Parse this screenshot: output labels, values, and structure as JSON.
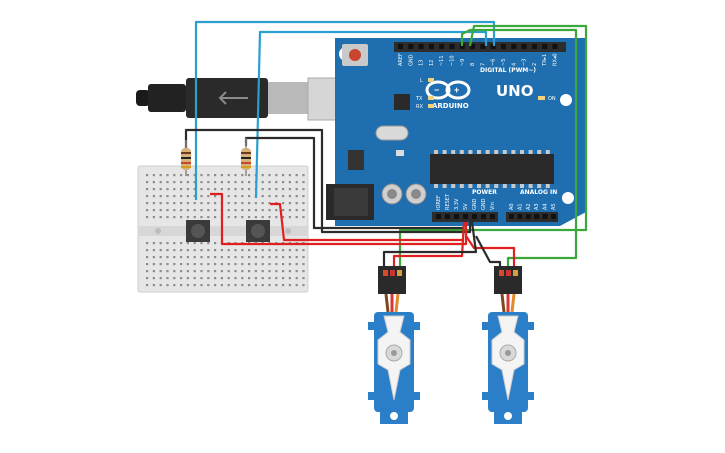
{
  "board": {
    "brand": "ARDUINO",
    "model": "UNO",
    "digital_header_label": "DIGITAL (PWM~)",
    "power_label": "POWER",
    "analog_label": "ANALOG IN",
    "led_l": "L",
    "led_tx": "TX",
    "led_rx": "RX",
    "led_on": "ON",
    "digital_pins": [
      "AREF",
      "GND",
      "13",
      "12",
      "~11",
      "~10",
      "~9",
      "8",
      "7",
      "~6",
      "~5",
      "4",
      "~3",
      "2",
      "TX▸1",
      "RX◂0"
    ],
    "power_pins": [
      "IOREF",
      "RESET",
      "3.3V",
      "5V",
      "GND",
      "GND",
      "Vin"
    ],
    "analog_pins": [
      "A0",
      "A1",
      "A2",
      "A3",
      "A4",
      "A5"
    ]
  },
  "components": {
    "resistors": 2,
    "pushbuttons": 2,
    "servos": 2
  },
  "colors": {
    "board": "#1f6fb0",
    "board_dark": "#17598f",
    "wire_blue": "#2a9fd0",
    "wire_green": "#3aa83a",
    "wire_red": "#e01f1f",
    "wire_black": "#2b2b2b",
    "breadboard": "#e6e6e6",
    "servo": "#2a7fc8"
  }
}
